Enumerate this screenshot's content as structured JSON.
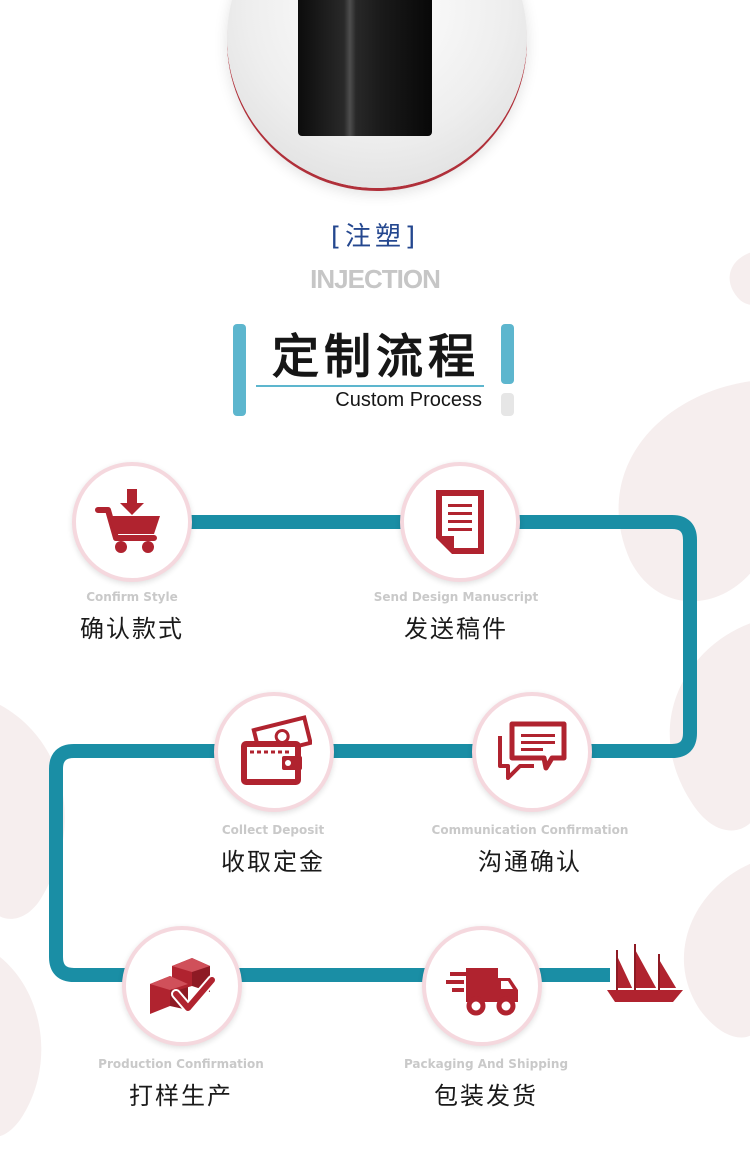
{
  "hero": {
    "category_cn": "[注塑]",
    "category_en": "INJECTION"
  },
  "section": {
    "title_cn": "定制流程",
    "title_en": "Custom Process"
  },
  "colors": {
    "accent_teal": "#1a8ea5",
    "accent_red": "#b0232f",
    "section_bar_blue": "#5db6ce",
    "title_blue": "#24478f"
  },
  "steps": [
    {
      "en": "Confirm Style",
      "cn": "确认款式",
      "icon": "shopping-cart-icon"
    },
    {
      "en": "Send Design Manuscript",
      "cn": "发送稿件",
      "icon": "document-icon"
    },
    {
      "en": "Communication Confirmation",
      "cn": "沟通确认",
      "icon": "chat-bubbles-icon"
    },
    {
      "en": "Collect Deposit",
      "cn": "收取定金",
      "icon": "wallet-money-icon"
    },
    {
      "en": "Production Confirmation",
      "cn": "打样生产",
      "icon": "boxes-check-icon"
    },
    {
      "en": "Packaging And Shipping",
      "cn": "包装发货",
      "icon": "delivery-truck-icon"
    }
  ],
  "end_icon": "sailing-ship-icon"
}
